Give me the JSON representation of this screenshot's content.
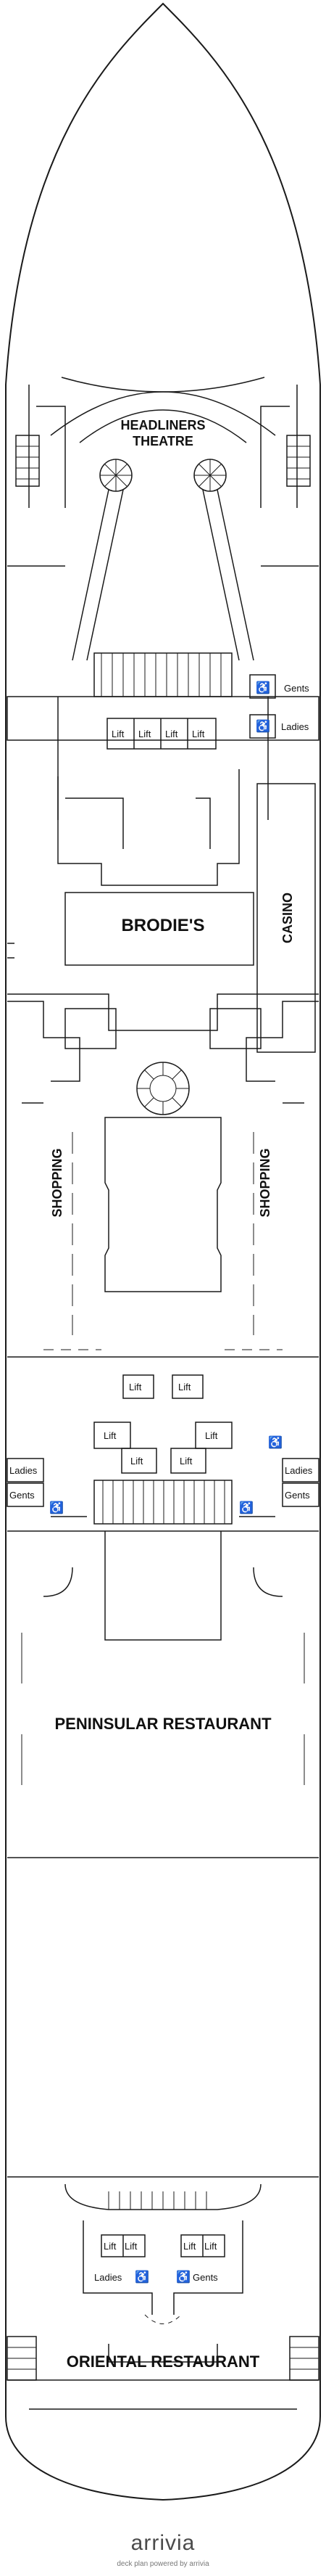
{
  "deck_plan": {
    "venues": {
      "theatre_line1": "HEADLINERS",
      "theatre_line2": "THEATRE",
      "brodies": "BRODIE'S",
      "casino": "CASINO",
      "shopping": "SHOPPING",
      "peninsular": "PENINSULAR RESTAURANT",
      "oriental": "ORIENTAL RESTAURANT"
    },
    "facilities": {
      "gents": "Gents",
      "ladies": "Ladies",
      "lift": "Lift"
    },
    "icons": {
      "accessible": "wheelchair-icon",
      "stairs": "stairs-icon",
      "spiral_stair": "spiral-staircase-icon"
    }
  },
  "footer": {
    "brand": "arrivia",
    "credit": "deck plan powered by arrivia"
  },
  "colors": {
    "line": "#1a1a1a",
    "background": "#ffffff",
    "brand_text": "#4b4b4b",
    "brand_accent": "#e07a1f"
  }
}
